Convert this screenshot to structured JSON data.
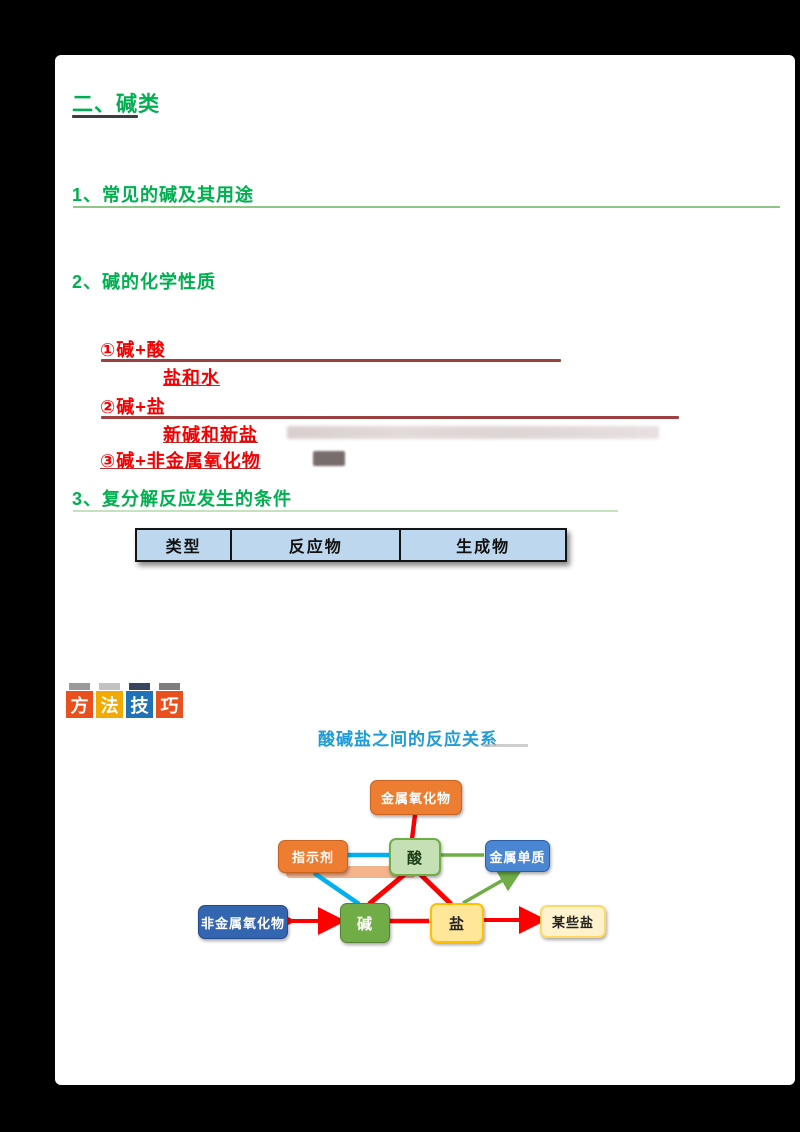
{
  "doc": {
    "main_heading": "二、碱类",
    "section1": "1、常见的碱及其用途",
    "section2": "2、碱的化学性质",
    "section3": "3、复分解反应发生的条件",
    "items": {
      "item1": "①碱+酸",
      "item1_product": "盐和水",
      "item2": "②碱+盐",
      "item2_product": "新碱和新盐",
      "item3": "③碱+非金属氧化物"
    }
  },
  "table": {
    "headers": [
      "类型",
      "反应物",
      "生成物"
    ]
  },
  "badge": {
    "tiles": [
      "方",
      "法",
      "技",
      "巧"
    ]
  },
  "diagram": {
    "title": "酸碱盐之间的反应关系",
    "nodes": [
      {
        "id": "metal-oxide",
        "label": "金属氧化物"
      },
      {
        "id": "indicator",
        "label": "指示剂"
      },
      {
        "id": "acid",
        "label": "酸"
      },
      {
        "id": "metal-element",
        "label": "金属单质"
      },
      {
        "id": "nonmetal-oxide",
        "label": "非金属氧化物"
      },
      {
        "id": "base",
        "label": "碱"
      },
      {
        "id": "salt",
        "label": "盐"
      },
      {
        "id": "some-salts",
        "label": "某些盐"
      }
    ]
  },
  "colors": {
    "heading_green": "#00B050",
    "item_red": "#F50000",
    "table_header_bg": "#BDD7EE",
    "diagram_title_blue": "#1E9CD7",
    "node_orange": "#ED7D31",
    "node_acid_green": "#C5E0B4",
    "node_blue": "#4A86D1",
    "node_dark_blue": "#3465B0",
    "node_base_green": "#70AD47",
    "node_salt_yellow": "#FFE699",
    "node_pale_yellow": "#FFF2CC",
    "wire_red": "#FF0000",
    "wire_cyan": "#00B0F0",
    "wire_green": "#70AD47",
    "badge_orange": "#E8501E",
    "badge_amber": "#F2A900",
    "badge_blue": "#1F72B8"
  }
}
